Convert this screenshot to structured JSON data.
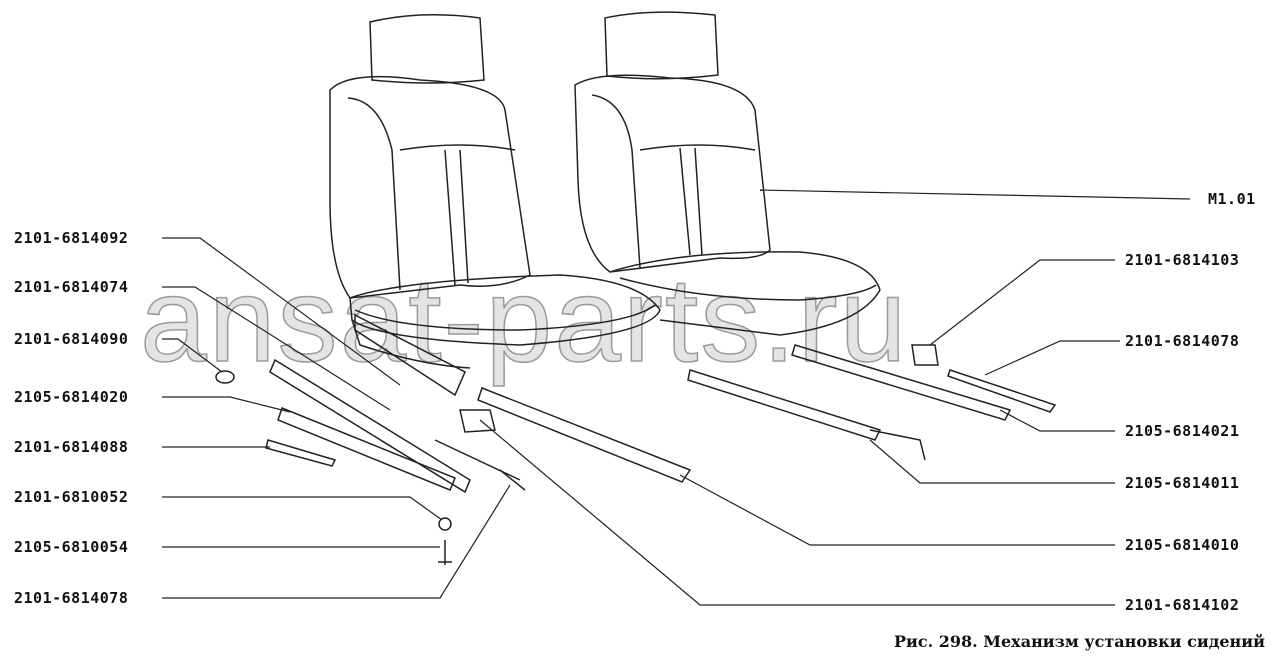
{
  "figure": {
    "caption": "Рис. 298. Механизм установки сидений",
    "watermark": "ansat-parts.ru",
    "labels_left": [
      "2101-6814092",
      "2101-6814074",
      "2101-6814090",
      "2105-6814020",
      "2101-6814088",
      "2101-6810052",
      "2105-6810054",
      "2101-6814078"
    ],
    "labels_right": [
      "M1.01",
      "2101-6814103",
      "2101-6814078",
      "2105-6814021",
      "2105-6814011",
      "2105-6814010",
      "2101-6814102"
    ]
  }
}
